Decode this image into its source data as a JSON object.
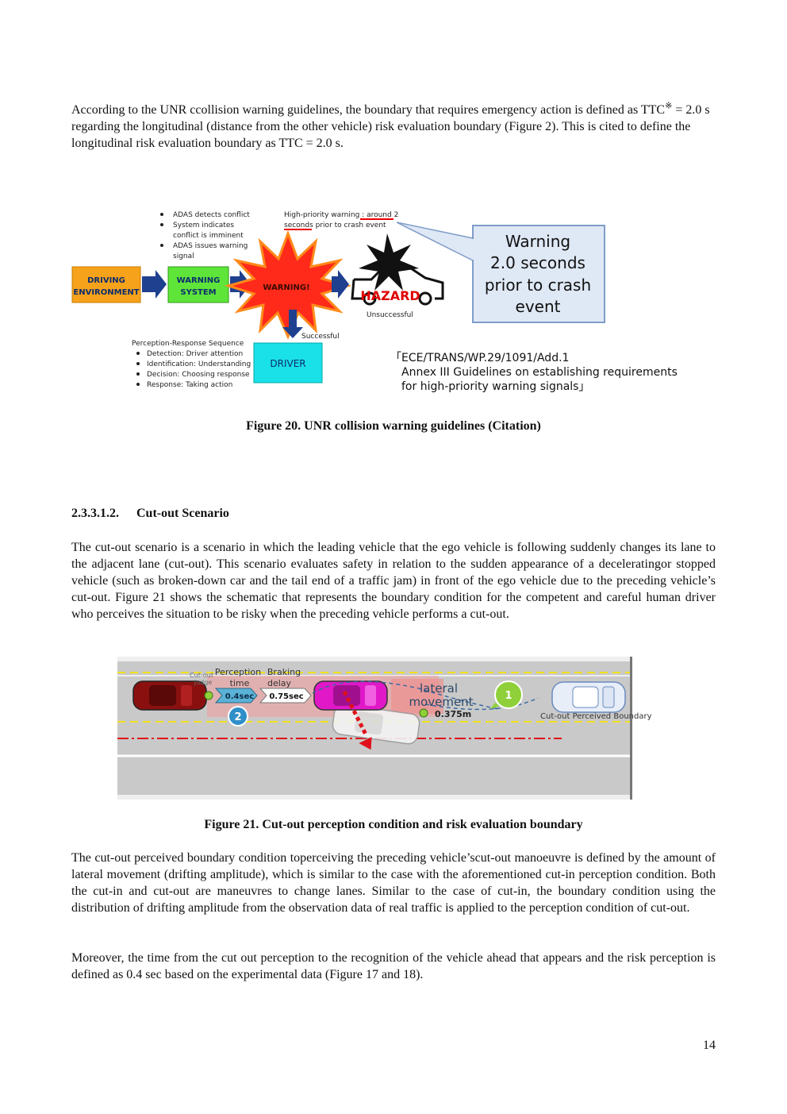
{
  "paragraph1": {
    "before_sup": "According to the UNR ccollision warning guidelines, the boundary that requires emergency action is defined as TTC",
    "sup": "※",
    "after_sup": " = 2.0 s regarding the longitudinal (distance from the other vehicle) risk evaluation boundary (Figure 2). This is cited to define the longitudinal risk evaluation boundary as TTC = 2.0 s."
  },
  "figure20": {
    "adas_bullets": [
      "ADAS detects conflict",
      "System indicates",
      "conflict is imminent",
      "ADAS issues warning",
      "signal"
    ],
    "hp_warning_line1": "High-priority warning : around 2",
    "hp_warning_line2": "seconds prior to crash event",
    "driving_env_line1": "DRIVING",
    "driving_env_line2": "ENVIRONMENT",
    "warning_system_line1": "WARNING",
    "warning_system_line2": "SYSTEM",
    "warning_burst": "WARNING!",
    "hazard": "HAZARD",
    "unsuccessful": "Unsuccessful",
    "successful": "Successful",
    "driver": "DRIVER",
    "callout_lines": [
      "Warning",
      "2.0 seconds",
      "prior to crash",
      "event"
    ],
    "prs_title": "Perception-Response Sequence",
    "prs_items": [
      "Detection: Driver attention",
      "Identification: Understanding",
      "Decision: Choosing response",
      "Response: Taking action"
    ],
    "reference_lines": [
      "「ECE/TRANS/WP.29/1091/Add.1",
      "Annex III  Guidelines on establishing requirements",
      "for high-priority  warning signals」"
    ],
    "caption": "Figure 20. UNR collision warning guidelines (Citation)"
  },
  "section": {
    "number": "2.3.3.1.2.",
    "title": "Cut-out Scenario"
  },
  "paragraph2": "The cut-out scenario is a scenario in which the leading vehicle that the ego vehicle is following suddenly changes its lane to the adjacent lane (cut-out). This scenario evaluates safety in relation to the sudden appearance of a deceleratingor stopped vehicle (such as broken-down car and the tail end of a traffic jam) in front of  the ego vehicle due to the preceding vehicle’s cut-out. Figure 21 shows the schematic that represents the boundary condition for the competent and careful human driver who perceives the situation to be risky when the preceding vehicle performs a cut-out.",
  "figure21": {
    "cutout_judge_1": "Cut-out",
    "cutout_judge_2": "Judge",
    "perception_1": "Perception",
    "perception_2": "time",
    "braking_1": "Braking",
    "braking_2": "delay",
    "perception_value": "0.4sec",
    "braking_value": "0.75sec",
    "lateral_1": "lateral",
    "lateral_2": "movement",
    "lateral_value": "0.375m",
    "marker_1": "1",
    "marker_2": "2",
    "boundary_label": "Cut-out Perceived Boundary",
    "caption": "Figure 21. Cut-out perception condition and risk evaluation boundary"
  },
  "paragraph3": "The cut-out perceived boundary condition toperceiving the preceding vehicle’scut-out manoeuvre is defined by the amount of lateral movement (drifting amplitude), which is similar to the case with the aforementioned cut-in perception condition. Both the cut-in and cut-out are maneuvres to change lanes. Similar to the case of cut-in, the boundary condition using the distribution of drifting amplitude from the observation data of real traffic is applied to the perception condition of cut-out.",
  "paragraph4": "Moreover, the time from the cut out perception to the recognition of the vehicle ahead that appears and the risk perception is defined as 0.4 sec based on the experimental data (Figure 17 and 18).",
  "page_number": "14"
}
